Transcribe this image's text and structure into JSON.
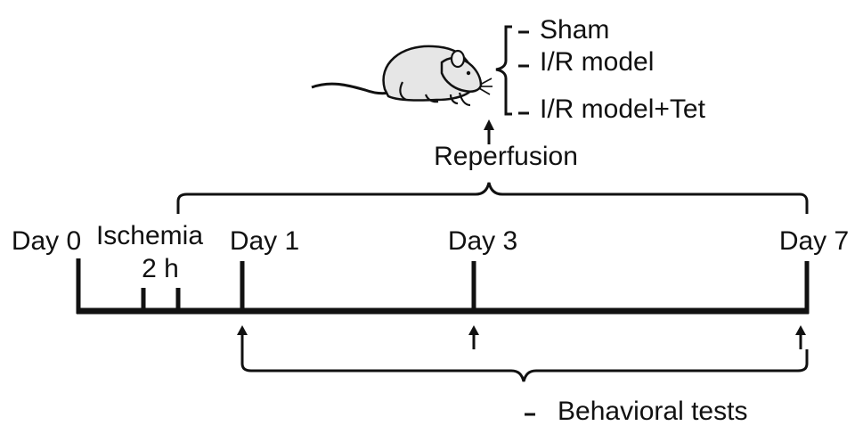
{
  "groups": {
    "items": [
      "Sham",
      "I/R model",
      "I/R model+Tet"
    ]
  },
  "reperfusion_label": "Reperfusion",
  "timeline": {
    "day0": "Day 0",
    "ischemia": "Ischemia",
    "duration": "2 h",
    "day1": "Day 1",
    "day3": "Day 3",
    "day7": "Day 7"
  },
  "behavioral_label": "Behavioral tests",
  "icons": {
    "animal": "rat-icon"
  },
  "colors": {
    "line": "#111111",
    "rat_body": "#e6e6e6"
  }
}
